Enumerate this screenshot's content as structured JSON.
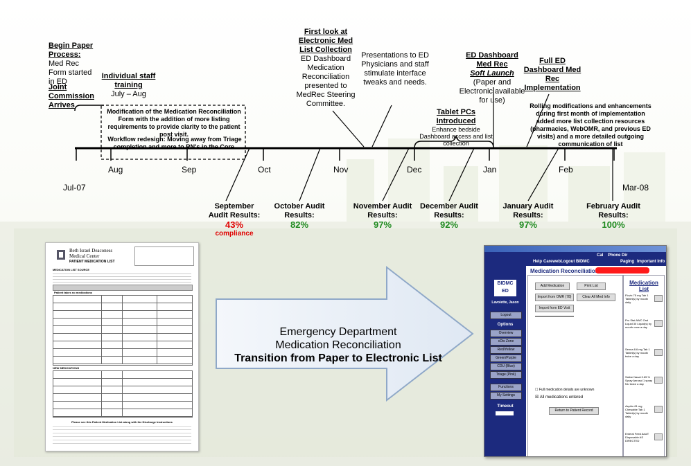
{
  "events": {
    "begin_paper_title": "Begin Paper Process:",
    "begin_paper_text": "Med Rec Form started in ED",
    "joint_commission": "Joint Commission Arrives",
    "staff_training_title": "Individual staff training",
    "staff_training_dates": "July – Aug",
    "form_modification": "Modification of the Medication Reconciliation Form with the addition of more listing requirements to provide clarity to the patient post visit.",
    "workflow_redesign": "Workflow redesign: Moving away from Triage completion and more to RN's in the Core.",
    "first_look_title": "First look at Electronic Med List Collection",
    "first_look_text": "ED Dashboard Medication Reconciliation presented to MedRec Steering Committee.",
    "presentations_text": "Presentations to ED Physicians and staff stimulate interface tweaks and needs.",
    "soft_launch_title": "ED Dashboard Med Rec",
    "soft_launch_italic": "Soft Launch",
    "soft_launch_text": "(Paper and Electronic available for use)",
    "tablet_title": "Tablet PCs Introduced",
    "tablet_text": "Enhance bedside Dashboard access and list collection",
    "full_impl_title": "Full ED Dashboard Med Rec Implementation",
    "rolling_text": "Rolling modifications and enhancements during first month of implementation added more list collection resources (pharmacies, WebOMR, and previous ED visits) and a more detailed outgoing communication of list"
  },
  "timeline": {
    "start_label": "Jul-07",
    "end_label": "Mar-08",
    "months": [
      "Aug",
      "Sep",
      "Oct",
      "Nov",
      "Dec",
      "Jan",
      "Feb"
    ]
  },
  "audits": [
    {
      "label": "September Audit Results:",
      "pct": "43%",
      "note": "compliance",
      "color": "#e00000"
    },
    {
      "label": "October Audit Results:",
      "pct": "82%",
      "note": "",
      "color": "#1f8a1f"
    },
    {
      "label": "November Audit Results:",
      "pct": "97%",
      "note": "",
      "color": "#1f8a1f"
    },
    {
      "label": "December Audit Results:",
      "pct": "92%",
      "note": "",
      "color": "#1f8a1f"
    },
    {
      "label": "January Audit Results:",
      "pct": "97%",
      "note": "",
      "color": "#1f8a1f"
    },
    {
      "label": "February Audit Results:",
      "pct": "100%",
      "note": "",
      "color": "#1f8a1f"
    }
  ],
  "arrow": {
    "line1": "Emergency Department",
    "line2": "Medication Reconciliation",
    "line3": "Transition from Paper to Electronic List"
  },
  "paper_form": {
    "org_name_1": "Beth Israel Deaconess",
    "org_name_2": "Medical Center",
    "form_title": "PATIENT MEDICATION LIST",
    "section_1": "MEDICATION LIST SOURCE",
    "section_2": "Patient takes no medications",
    "section_3": "NEW MEDICATIONS",
    "footer": "Please see this Patient Medication List along with the Discharge Instructions"
  },
  "ehr": {
    "menu_items": [
      "Help",
      "Careweb",
      "Logout",
      "BIDMC",
      "Cal",
      "Phone Dir",
      "Paging",
      "Important Info"
    ],
    "logo": "BIDMC ED",
    "user": "Lavoiette, Jason",
    "logout": "Logout",
    "options": "Options",
    "nav": [
      "Overview",
      "cDis Zone",
      "Red/Yellow",
      "Green/Purple",
      "CDU (Blue)",
      "Triage (Pink)"
    ],
    "functions": "Functions",
    "my_settings": "My Settings",
    "timeout": "Timeout",
    "page_title": "Medication Reconciliation for",
    "buttons": [
      "Add Medication",
      "Print List",
      "Import from OMR (78)",
      "Clear All Med Info",
      "Import from ED Visit"
    ],
    "check1": "Full medication details are unknown",
    "check2": "All medications entered",
    "return_btn": "Return to Patient Record",
    "list_title": "Medication List",
    "list_items": [
      "Flovix 75 mg Tab 1 Tablet(s) by mouth daily",
      "Pro Stat AWC Oral Liquid 30 Liquid(s) by mouth once a day",
      "Senna 8.6 mg Tab 1 Tablet(s) by mouth twice a day",
      "Saline Nasal 0.65 % Spray Aerosol 1 spray NU twice a day",
      "Aspirin 81 mg Chewable Tab 1 Tablet(s) by mouth daily",
      "Enteral Feed AdulT Disposable AS DIRECTED"
    ]
  }
}
